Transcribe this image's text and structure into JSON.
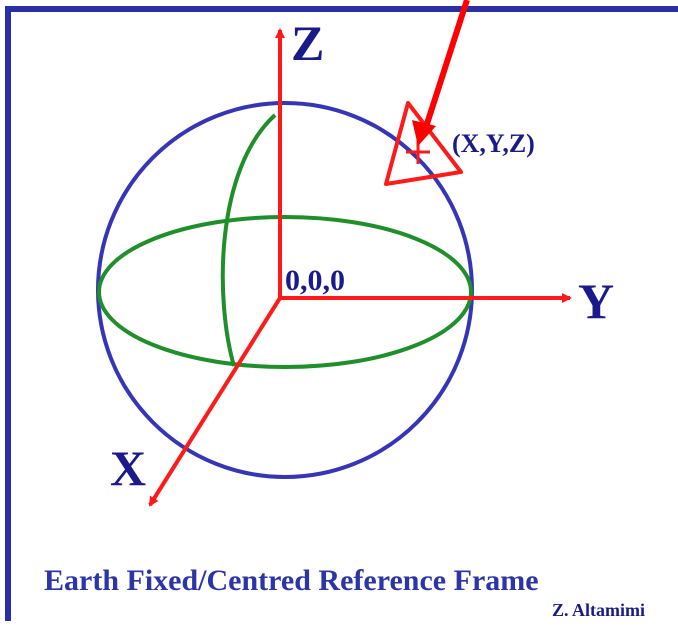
{
  "diagram": {
    "axes": {
      "z_label": "Z",
      "y_label": "Y",
      "x_label": "X"
    },
    "origin_label": "0,0,0",
    "point_label": "(X,Y,Z)",
    "caption": "Earth Fixed/Centred Reference Frame",
    "author": "Z. Altamimi",
    "colors": {
      "frame": "#2a2fa8",
      "sphere": "#3535b8",
      "meridian": "#1f8f2a",
      "axes": "#ff1a1a",
      "arrow": "#ff0000",
      "text": "#1a1a8c"
    }
  }
}
